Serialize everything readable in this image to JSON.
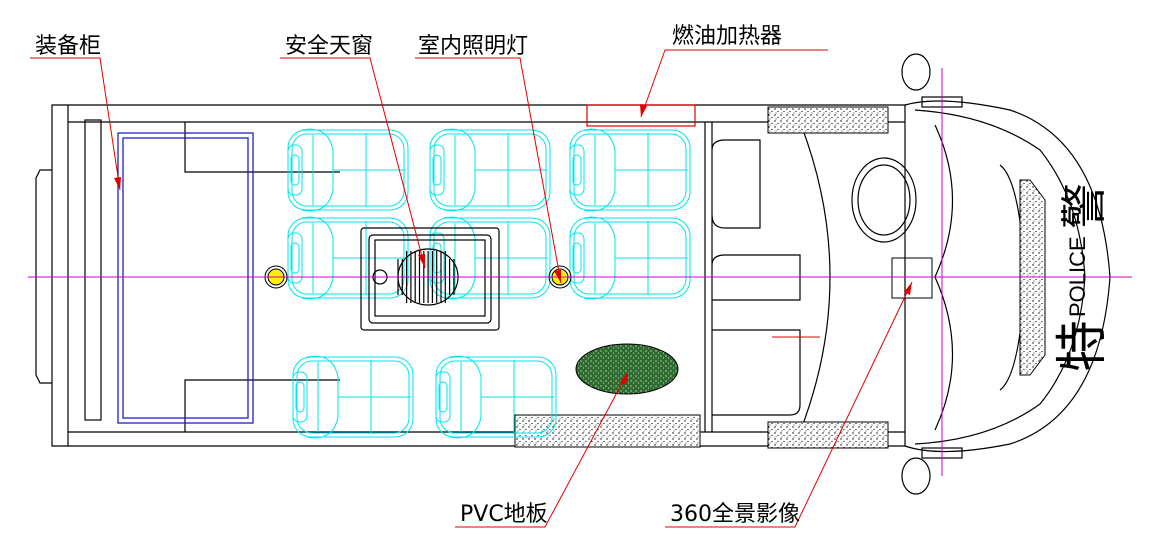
{
  "labels": {
    "cabinet": "装备柜",
    "skylight": "安全天窗",
    "interior_light": "室内照明灯",
    "fuel_heater": "燃油加热器",
    "pvc_floor": "PVC地板",
    "camera_360": "360全景影像"
  },
  "vehicle_marking": {
    "char1": "特",
    "char2": "警",
    "police": "POLICE"
  },
  "colors": {
    "seat": "#00e5ee",
    "leader": "#e00000",
    "centerline": "#cc00cc",
    "cabinet": "#2020c0",
    "light": "#ffee00",
    "floor_mat": "#2e6b2e"
  }
}
